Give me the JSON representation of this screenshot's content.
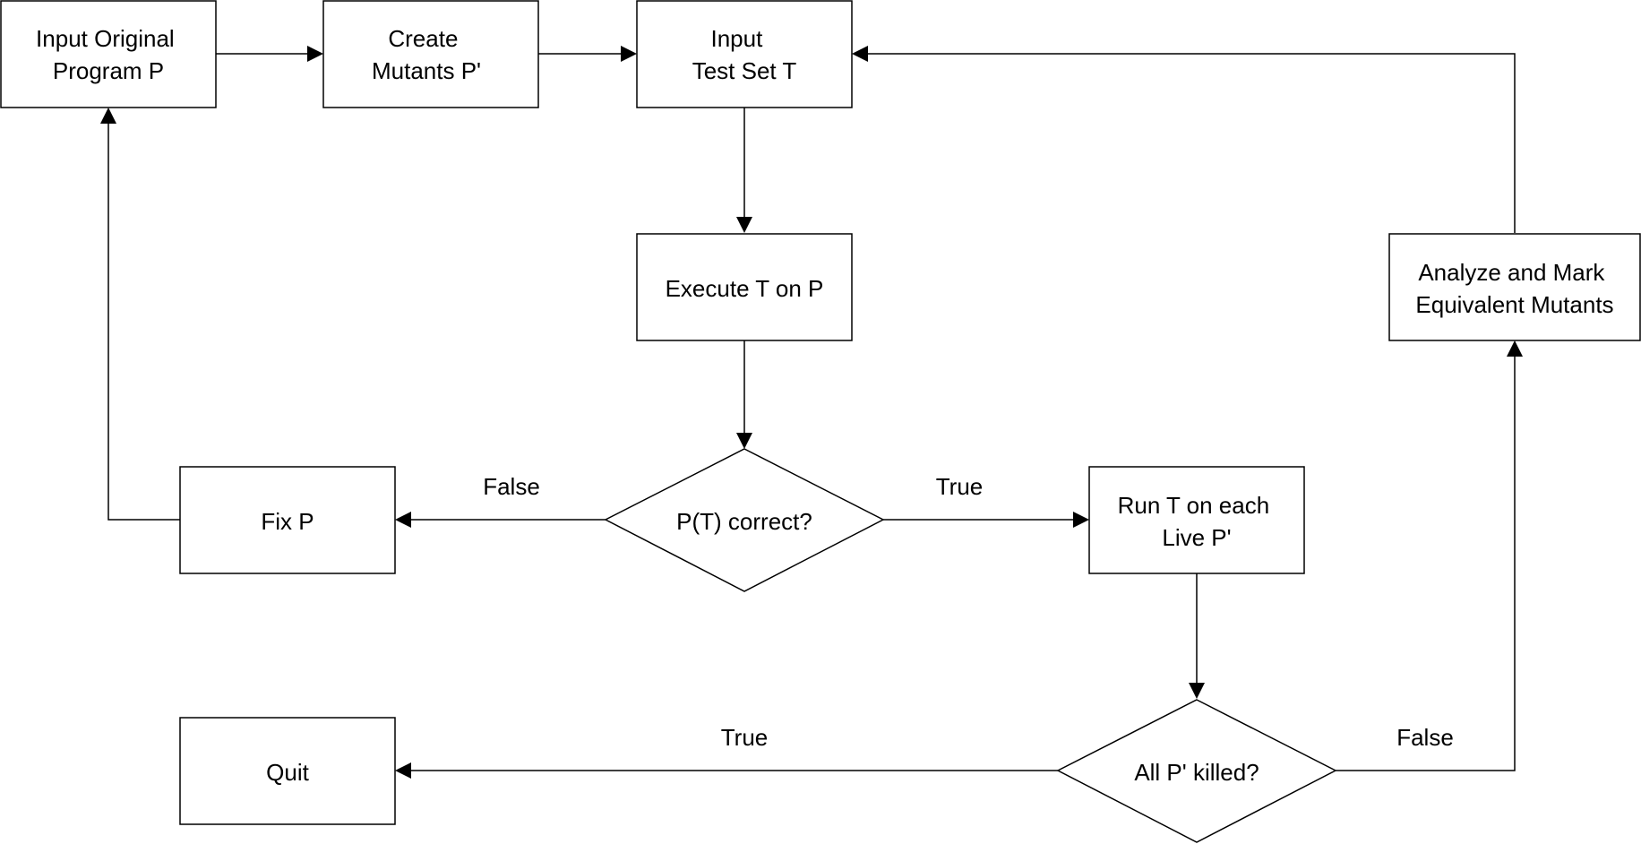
{
  "nodes": {
    "input_program": {
      "lines": [
        "Input Original",
        "Program P"
      ]
    },
    "create_mutants": {
      "lines": [
        "Create",
        "Mutants P'"
      ]
    },
    "input_test_set": {
      "lines": [
        "Input",
        "Test Set T"
      ]
    },
    "execute_t": {
      "lines": [
        "Execute T on P"
      ]
    },
    "analyze_mutants": {
      "lines": [
        "Analyze and Mark",
        "Equivalent Mutants"
      ]
    },
    "fix_p": {
      "lines": [
        "Fix P"
      ]
    },
    "pt_correct": {
      "lines": [
        "P(T) correct?"
      ]
    },
    "run_t_live": {
      "lines": [
        "Run T on each",
        "Live P'"
      ]
    },
    "quit": {
      "lines": [
        "Quit"
      ]
    },
    "all_killed": {
      "lines": [
        "All P' killed?"
      ]
    }
  },
  "edge_labels": {
    "pt_false": "False",
    "pt_true": "True",
    "killed_true": "True",
    "killed_false": "False"
  }
}
